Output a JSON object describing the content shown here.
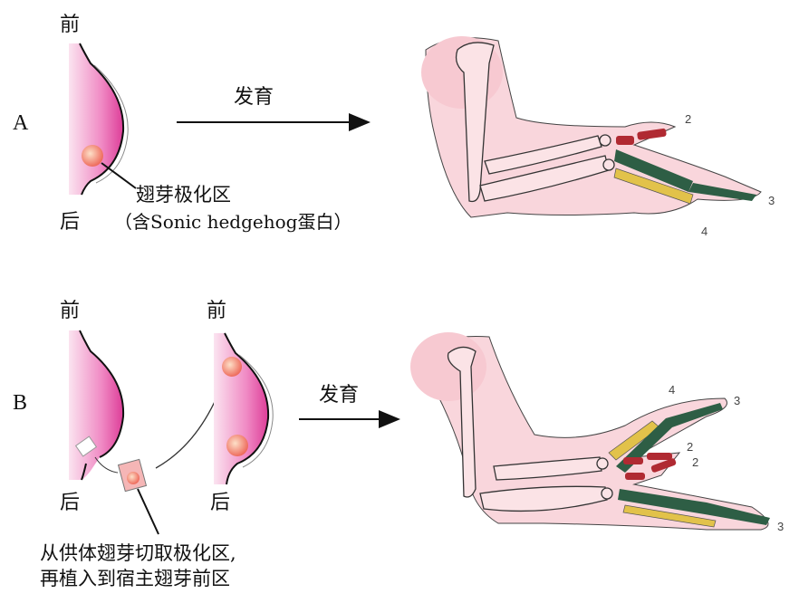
{
  "panel_a": {
    "label": "A",
    "anterior": "前",
    "posterior": "后",
    "arrow_label": "发育",
    "zone_label": "翅芽极化区",
    "zone_note": "（含Sonic hedgehog蛋白）",
    "digits": [
      "2",
      "3",
      "4"
    ]
  },
  "panel_b": {
    "label": "B",
    "donor_anterior": "前",
    "donor_posterior": "后",
    "host_anterior": "前",
    "host_posterior": "后",
    "arrow_label": "发育",
    "caption_line1": "从供体翅芽切取极化区,",
    "caption_line2": "再植入到宿主翅芽前区",
    "digits": [
      "4",
      "3",
      "2",
      "2",
      "3"
    ]
  },
  "colors": {
    "bud_pink": "#e95fb0",
    "wing_pink": "#f9d6dc",
    "digit2_red": "#b02a32",
    "digit3_green": "#2e5e45",
    "digit4_yellow": "#e2c24a",
    "zone_orange": "#f08a6a"
  }
}
